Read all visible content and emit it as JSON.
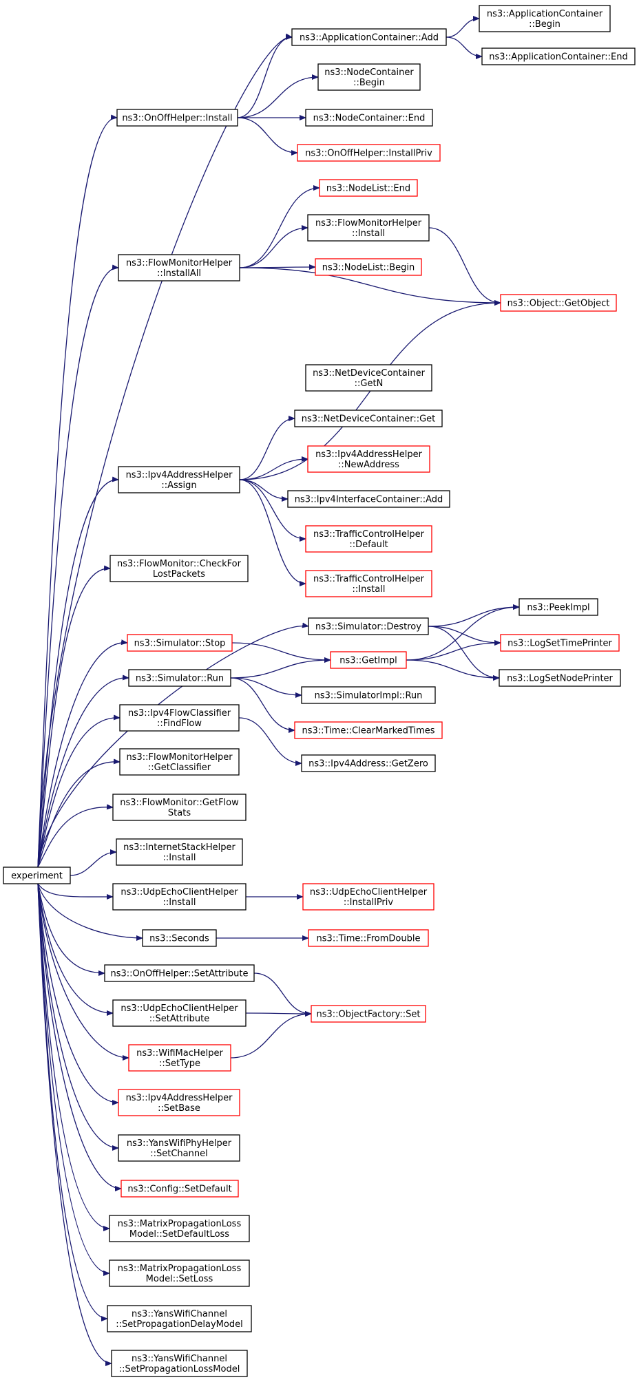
{
  "colors": {
    "edge": "#191970",
    "border_normal": "#000000",
    "border_red": "#ff0000",
    "root_fill": "#bfbfbf"
  },
  "nodes": [
    {
      "id": "experiment",
      "lines": [
        "experiment"
      ],
      "border": "black",
      "root": true
    },
    {
      "id": "app-add",
      "lines": [
        "ns3::ApplicationContainer::Add"
      ],
      "border": "black"
    },
    {
      "id": "app-begin",
      "lines": [
        "ns3::ApplicationContainer",
        "::Begin"
      ],
      "border": "black"
    },
    {
      "id": "app-end",
      "lines": [
        "ns3::ApplicationContainer::End"
      ],
      "border": "black"
    },
    {
      "id": "onoff-install",
      "lines": [
        "ns3::OnOffHelper::Install"
      ],
      "border": "black"
    },
    {
      "id": "nodecont-begin",
      "lines": [
        "ns3::NodeContainer",
        "::Begin"
      ],
      "border": "black"
    },
    {
      "id": "nodecont-end",
      "lines": [
        "ns3::NodeContainer::End"
      ],
      "border": "black"
    },
    {
      "id": "onoff-installpriv",
      "lines": [
        "ns3::OnOffHelper::InstallPriv"
      ],
      "border": "red"
    },
    {
      "id": "nodelist-end",
      "lines": [
        "ns3::NodeList::End"
      ],
      "border": "red"
    },
    {
      "id": "fmh-install",
      "lines": [
        "ns3::FlowMonitorHelper",
        "::Install"
      ],
      "border": "black"
    },
    {
      "id": "fmh-installall",
      "lines": [
        "ns3::FlowMonitorHelper",
        "::InstallAll"
      ],
      "border": "black"
    },
    {
      "id": "nodelist-begin",
      "lines": [
        "ns3::NodeList::Begin"
      ],
      "border": "red"
    },
    {
      "id": "object-getobject",
      "lines": [
        "ns3::Object::GetObject"
      ],
      "border": "red"
    },
    {
      "id": "ndc-getn",
      "lines": [
        "ns3::NetDeviceContainer",
        "::GetN"
      ],
      "border": "black"
    },
    {
      "id": "ndc-get",
      "lines": [
        "ns3::NetDeviceContainer::Get"
      ],
      "border": "black"
    },
    {
      "id": "ipv4ah-newaddress",
      "lines": [
        "ns3::Ipv4AddressHelper",
        "::NewAddress"
      ],
      "border": "red"
    },
    {
      "id": "ipv4ah-assign",
      "lines": [
        "ns3::Ipv4AddressHelper",
        "::Assign"
      ],
      "border": "black"
    },
    {
      "id": "ipv4ic-add",
      "lines": [
        "ns3::Ipv4InterfaceContainer::Add"
      ],
      "border": "black"
    },
    {
      "id": "tch-default",
      "lines": [
        "ns3::TrafficControlHelper",
        "::Default"
      ],
      "border": "red"
    },
    {
      "id": "tch-install",
      "lines": [
        "ns3::TrafficControlHelper",
        "::Install"
      ],
      "border": "red"
    },
    {
      "id": "fm-checklost",
      "lines": [
        "ns3::FlowMonitor::CheckFor",
        "LostPackets"
      ],
      "border": "black"
    },
    {
      "id": "sim-destroy",
      "lines": [
        "ns3::Simulator::Destroy"
      ],
      "border": "black"
    },
    {
      "id": "peekimpl",
      "lines": [
        "ns3::PeekImpl"
      ],
      "border": "black"
    },
    {
      "id": "sim-stop",
      "lines": [
        "ns3::Simulator::Stop"
      ],
      "border": "red"
    },
    {
      "id": "getimpl",
      "lines": [
        "ns3::GetImpl"
      ],
      "border": "red"
    },
    {
      "id": "logsettimeprinter",
      "lines": [
        "ns3::LogSetTimePrinter"
      ],
      "border": "red"
    },
    {
      "id": "sim-run",
      "lines": [
        "ns3::Simulator::Run"
      ],
      "border": "black"
    },
    {
      "id": "logsetnodeprinter",
      "lines": [
        "ns3::LogSetNodePrinter"
      ],
      "border": "black"
    },
    {
      "id": "simimpl-run",
      "lines": [
        "ns3::SimulatorImpl::Run"
      ],
      "border": "black"
    },
    {
      "id": "time-clearmarked",
      "lines": [
        "ns3::Time::ClearMarkedTimes"
      ],
      "border": "red"
    },
    {
      "id": "ipv4fc-findflow",
      "lines": [
        "ns3::Ipv4FlowClassifier",
        "::FindFlow"
      ],
      "border": "black"
    },
    {
      "id": "ipv4addr-getzero",
      "lines": [
        "ns3::Ipv4Address::GetZero"
      ],
      "border": "black"
    },
    {
      "id": "fmh-getclassifier",
      "lines": [
        "ns3::FlowMonitorHelper",
        "::GetClassifier"
      ],
      "border": "black"
    },
    {
      "id": "fm-getflowstats",
      "lines": [
        "ns3::FlowMonitor::GetFlow",
        "Stats"
      ],
      "border": "black"
    },
    {
      "id": "ish-install",
      "lines": [
        "ns3::InternetStackHelper",
        "::Install"
      ],
      "border": "black"
    },
    {
      "id": "uech-install",
      "lines": [
        "ns3::UdpEchoClientHelper",
        "::Install"
      ],
      "border": "black"
    },
    {
      "id": "uech-installpriv",
      "lines": [
        "ns3::UdpEchoClientHelper",
        "::InstallPriv"
      ],
      "border": "red"
    },
    {
      "id": "seconds",
      "lines": [
        "ns3::Seconds"
      ],
      "border": "black"
    },
    {
      "id": "time-fromdouble",
      "lines": [
        "ns3::Time::FromDouble"
      ],
      "border": "red"
    },
    {
      "id": "onoff-setattr",
      "lines": [
        "ns3::OnOffHelper::SetAttribute"
      ],
      "border": "black"
    },
    {
      "id": "uech-setattr",
      "lines": [
        "ns3::UdpEchoClientHelper",
        "::SetAttribute"
      ],
      "border": "black"
    },
    {
      "id": "objectfactory-set",
      "lines": [
        "ns3::ObjectFactory::Set"
      ],
      "border": "red"
    },
    {
      "id": "wifimac-settype",
      "lines": [
        "ns3::WifiMacHelper",
        "::SetType"
      ],
      "border": "red"
    },
    {
      "id": "ipv4ah-setbase",
      "lines": [
        "ns3::Ipv4AddressHelper",
        "::SetBase"
      ],
      "border": "red"
    },
    {
      "id": "ywph-setchannel",
      "lines": [
        "ns3::YansWifiPhyHelper",
        "::SetChannel"
      ],
      "border": "black"
    },
    {
      "id": "config-setdefault",
      "lines": [
        "ns3::Config::SetDefault"
      ],
      "border": "red"
    },
    {
      "id": "mplm-setdefaultloss",
      "lines": [
        "ns3::MatrixPropagationLoss",
        "Model::SetDefaultLoss"
      ],
      "border": "black"
    },
    {
      "id": "mplm-setloss",
      "lines": [
        "ns3::MatrixPropagationLoss",
        "Model::SetLoss"
      ],
      "border": "black"
    },
    {
      "id": "ywc-setdelay",
      "lines": [
        "ns3::YansWifiChannel",
        "::SetPropagationDelayModel"
      ],
      "border": "black"
    },
    {
      "id": "ywc-setloss",
      "lines": [
        "ns3::YansWifiChannel",
        "::SetPropagationLossModel"
      ],
      "border": "black"
    }
  ],
  "edges": [
    [
      "experiment",
      "app-add"
    ],
    [
      "experiment",
      "onoff-install"
    ],
    [
      "experiment",
      "fmh-installall"
    ],
    [
      "experiment",
      "ipv4ah-assign"
    ],
    [
      "experiment",
      "fm-checklost"
    ],
    [
      "experiment",
      "sim-destroy"
    ],
    [
      "experiment",
      "sim-stop"
    ],
    [
      "experiment",
      "sim-run"
    ],
    [
      "experiment",
      "ipv4fc-findflow"
    ],
    [
      "experiment",
      "fmh-getclassifier"
    ],
    [
      "experiment",
      "fm-getflowstats"
    ],
    [
      "experiment",
      "ish-install"
    ],
    [
      "experiment",
      "uech-install"
    ],
    [
      "experiment",
      "seconds"
    ],
    [
      "experiment",
      "onoff-setattr"
    ],
    [
      "experiment",
      "uech-setattr"
    ],
    [
      "experiment",
      "wifimac-settype"
    ],
    [
      "experiment",
      "ipv4ah-setbase"
    ],
    [
      "experiment",
      "ywph-setchannel"
    ],
    [
      "experiment",
      "config-setdefault"
    ],
    [
      "experiment",
      "mplm-setdefaultloss"
    ],
    [
      "experiment",
      "mplm-setloss"
    ],
    [
      "experiment",
      "ywc-setdelay"
    ],
    [
      "experiment",
      "ywc-setloss"
    ],
    [
      "app-add",
      "app-begin"
    ],
    [
      "app-add",
      "app-end"
    ],
    [
      "onoff-install",
      "app-add"
    ],
    [
      "onoff-install",
      "nodecont-begin"
    ],
    [
      "onoff-install",
      "nodecont-end"
    ],
    [
      "onoff-install",
      "onoff-installpriv"
    ],
    [
      "fmh-installall",
      "nodelist-end"
    ],
    [
      "fmh-installall",
      "fmh-install"
    ],
    [
      "fmh-installall",
      "nodelist-begin"
    ],
    [
      "fmh-installall",
      "object-getobject"
    ],
    [
      "fmh-install",
      "object-getobject"
    ],
    [
      "ipv4ah-assign",
      "object-getobject"
    ],
    [
      "ipv4ah-assign",
      "ndc-get"
    ],
    [
      "ipv4ah-assign",
      "ipv4ah-newaddress"
    ],
    [
      "ipv4ah-assign",
      "ipv4ic-add"
    ],
    [
      "ipv4ah-assign",
      "tch-default"
    ],
    [
      "ipv4ah-assign",
      "tch-install"
    ],
    [
      "sim-destroy",
      "peekimpl"
    ],
    [
      "sim-destroy",
      "logsettimeprinter"
    ],
    [
      "sim-destroy",
      "logsetnodeprinter"
    ],
    [
      "sim-stop",
      "getimpl"
    ],
    [
      "getimpl",
      "peekimpl"
    ],
    [
      "getimpl",
      "logsettimeprinter"
    ],
    [
      "getimpl",
      "logsetnodeprinter"
    ],
    [
      "sim-run",
      "getimpl"
    ],
    [
      "sim-run",
      "simimpl-run"
    ],
    [
      "sim-run",
      "time-clearmarked"
    ],
    [
      "ipv4fc-findflow",
      "ipv4addr-getzero"
    ],
    [
      "uech-install",
      "uech-installpriv"
    ],
    [
      "seconds",
      "time-fromdouble"
    ],
    [
      "onoff-setattr",
      "objectfactory-set"
    ],
    [
      "uech-setattr",
      "objectfactory-set"
    ],
    [
      "wifimac-settype",
      "objectfactory-set"
    ]
  ]
}
